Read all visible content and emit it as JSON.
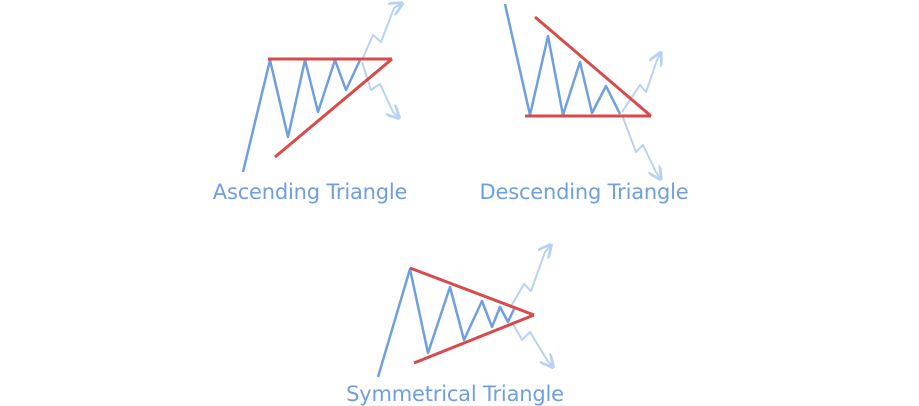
{
  "colors": {
    "price_line": "#6f9fe0",
    "trend_line": "#d94a4a",
    "breakout_arrow": "#b9d2f2",
    "label": "#6f9fe0",
    "background": "#ffffff"
  },
  "patterns": [
    {
      "id": "ascending",
      "label": "Ascending Triangle"
    },
    {
      "id": "descending",
      "label": "Descending Triangle"
    },
    {
      "id": "symmetrical",
      "label": "Symmetrical Triangle"
    }
  ]
}
